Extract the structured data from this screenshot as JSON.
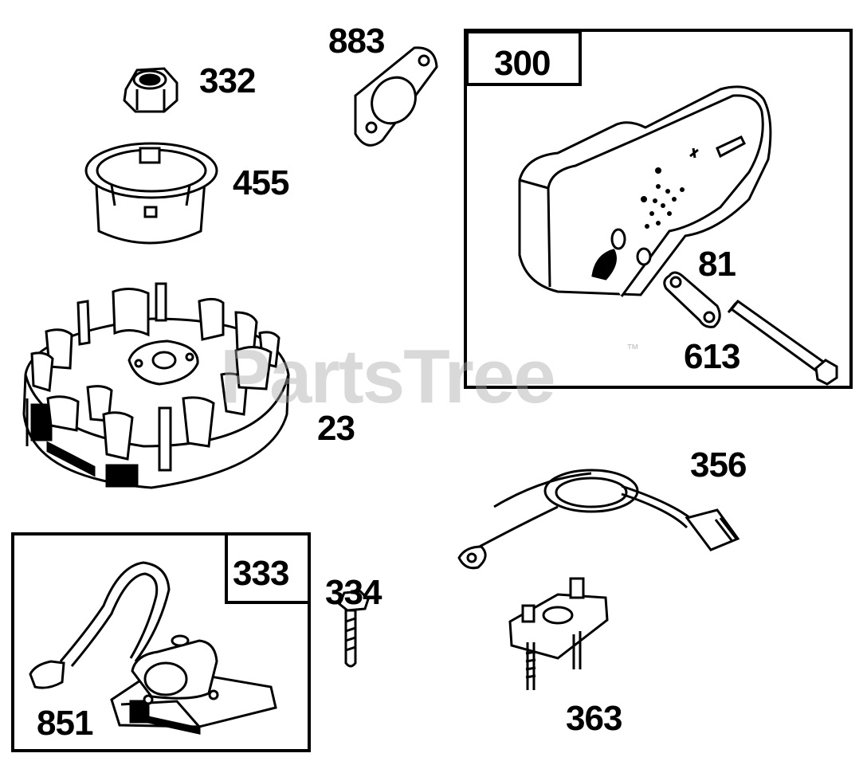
{
  "watermark": {
    "text": "PartsTree",
    "trademark": "™"
  },
  "parts": {
    "p332": "332",
    "p455": "455",
    "p883": "883",
    "p300": "300",
    "p81": "81",
    "p613": "613",
    "p23": "23",
    "p356": "356",
    "p333": "333",
    "p334": "334",
    "p851": "851",
    "p363": "363"
  }
}
